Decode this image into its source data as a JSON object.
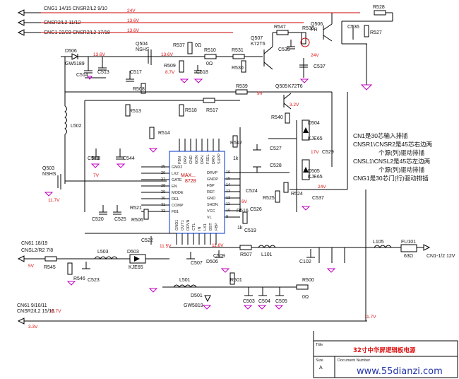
{
  "nets": {
    "v24": "24V",
    "v13_6": "13.6V",
    "v13_6b": "13.6V",
    "v13_6c": "13.6V",
    "v13_6d": "13.6V",
    "v24b": "24V",
    "v8_7": "8.7V",
    "v9": "9V",
    "v3_2": "3.2V",
    "v7": "7V",
    "v11_7": "11.7V",
    "v11_7b": "11.7V",
    "v11_7c": "11.7V",
    "v11_6": "11.6V",
    "v17": "17V",
    "v24c": "24V",
    "v6": "6V",
    "v11_5": "11.5V",
    "v5": "5V",
    "v3_3": "3.3V",
    "v12": "CN1-1/2 12V"
  },
  "connectors": {
    "c1": "CNG1 14/15  CNSR2/L2 9/10",
    "c2": "CNSR2/L2 11/12",
    "c3": "CNG1 22/23  CNSR2/L2 17/18",
    "c4a": "CN61     18/19",
    "c4b": "CNSL2/R2  7/8",
    "c5a": "CN61     9/10/11",
    "c5b": "CNSR2/L2  15/16"
  },
  "parts": {
    "d506": "D506",
    "gw5189": "GW5189",
    "c514": "C514",
    "c513": "C513",
    "q504": "Q504",
    "nshs": "NSHS",
    "r537": "R537",
    "r537v": "0Ω",
    "r509": "R509",
    "r510": "R510",
    "r510v": "0Ω",
    "c518": "C518",
    "r531": "R531",
    "r530": "R530",
    "q507": "Q507",
    "k72t6": "K72T6",
    "r547": "R547",
    "c535": "C535",
    "r536": "R536",
    "q506": "Q506",
    "pr": "PR",
    "c536": "C536",
    "r528": "R528",
    "r527": "R527",
    "c537": "C537",
    "c517": "C517",
    "r508": "R508",
    "r539": "R539",
    "q505": "Q505",
    "k72t6b": "K72T6",
    "r513": "R513",
    "r518": "R518",
    "r517": "R517",
    "r514": "R514",
    "r512": "R512",
    "r512v": "1k",
    "r540": "R540",
    "l502": "L502",
    "c543": "C543",
    "c544": "C544",
    "q503": "Q503",
    "nshs2": "NSHS",
    "d504": "D504",
    "kje65": "KJE65",
    "c527": "C527",
    "c529": "C529",
    "c528": "C528",
    "d505": "D505",
    "kje65b": "KJE65",
    "r524": "R524",
    "c537b": "C537",
    "c524": "C524",
    "r525": "R525",
    "c526": "C526",
    "r516": "R516",
    "r516v": "1k",
    "c519": "C519",
    "r521": "R521",
    "c520": "C520",
    "c525": "C525",
    "r506": "R506",
    "c522": "C522",
    "c507": "C507",
    "c509": "C509",
    "d506b": "D506",
    "r507": "R507",
    "l101": "L101",
    "c102": "C102",
    "l105": "L105",
    "fu101": "FU101",
    "fu101v": "63Ω",
    "r545": "R545",
    "l503": "L503",
    "d503": "D503",
    "kje65c": "KJE65",
    "r546": "R546",
    "c523": "C523",
    "l501": "L501",
    "d501": "D501",
    "gw5819": "GW5819",
    "r501": "R501",
    "c503": "C503",
    "c504": "C504",
    "c505": "C505",
    "r500": "R500",
    "r500v": "0Ω"
  },
  "ic": {
    "name": "MAX...",
    "label": "8728",
    "left_pins": [
      "GND2",
      "LX2",
      "GATE",
      "EN",
      "MODE",
      "DEL",
      "COMP",
      "FB1"
    ],
    "left_nums": [
      "25",
      "26",
      "27",
      "28",
      "29",
      "30",
      "31",
      "32"
    ],
    "right_pins": [
      "DRVP",
      "GNDP",
      "FBP",
      "REF",
      "GND",
      "SHDN",
      "VCC",
      "VL"
    ],
    "right_nums": [
      "16",
      "15",
      "14",
      "13",
      "12",
      "11",
      "10",
      "9"
    ],
    "top_pins": [
      "FBN",
      "DRV",
      "GND",
      "GON",
      "DRN",
      "FSEL",
      "DRN",
      "SUPP"
    ],
    "bottom_pins": [
      "GND1",
      "OUT1",
      "DRVN",
      "CTL",
      "IN",
      "LX1",
      "BST",
      "FBP"
    ]
  },
  "notes": [
    "CN1是30芯输入排插",
    "CNSR1\\CNSR2是45芯右边两",
    "个源(列)驱动排插",
    "CNSL1\\CNSL2是45芯左边两",
    "个源(列)驱动排插",
    "CNG1是30芯门(行)驱动排插"
  ],
  "title_block": {
    "title_label": "Title",
    "title": "32寸中华屏逻辑板电源",
    "size_label": "Size",
    "size": "A",
    "docnum_label": "Document Number",
    "watermark": "www.55dianzi.com"
  },
  "colors": {
    "wire": "#000000",
    "rail": "#cc0000",
    "ground": "#c000c0",
    "ic": "#0033cc",
    "title": "#d11111"
  }
}
